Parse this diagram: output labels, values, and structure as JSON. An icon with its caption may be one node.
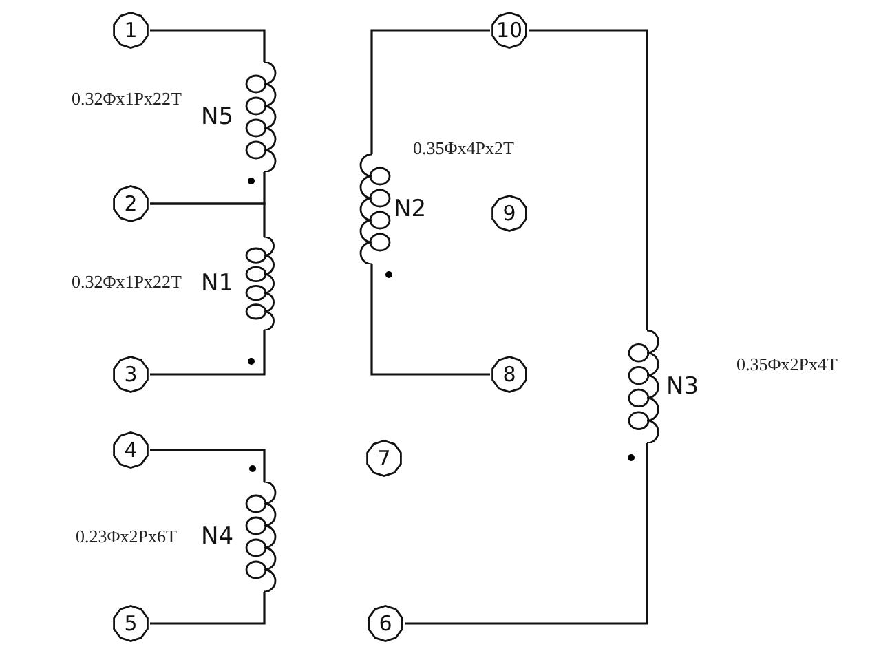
{
  "diagram": {
    "nodes": [
      {
        "text": [
          "1"
        ]
      },
      {
        "text": [
          "10"
        ]
      },
      {
        "text": [
          "N5"
        ],
        "beside": [
          "0.32Φx1Px22T"
        ]
      },
      {
        "text": [
          "N2"
        ],
        "beside": [
          "0.35Φx4Px2T"
        ]
      },
      {
        "text": [
          "2"
        ]
      },
      {
        "text": [
          "9"
        ]
      },
      {
        "text": [
          "N1"
        ],
        "beside": [
          "0.32Φx1Px22T"
        ]
      },
      {
        "text": [
          "N3"
        ],
        "beside": [
          "0.35Φx2Px4T"
        ]
      },
      {
        "text": [
          "3"
        ]
      },
      {
        "text": [
          "8"
        ]
      },
      {
        "text": [
          "4"
        ]
      },
      {
        "text": [
          "7"
        ]
      },
      {
        "text": [
          "N4"
        ],
        "beside": [
          "0.23Φx2Px6T"
        ]
      },
      {
        "text": [
          "5"
        ]
      },
      {
        "text": [
          "6"
        ]
      }
    ],
    "edges": [
      {
        "from": 0,
        "to": 2,
        "arrow": "none"
      },
      {
        "from": 2,
        "to": 4,
        "arrow": "none"
      },
      {
        "from": 4,
        "to": 6,
        "arrow": "none"
      },
      {
        "from": 6,
        "to": 8,
        "arrow": "none"
      },
      {
        "from": 10,
        "to": 12,
        "arrow": "none"
      },
      {
        "from": 12,
        "to": 13,
        "arrow": "none"
      },
      {
        "from": 1,
        "to": 3,
        "arrow": "none"
      },
      {
        "from": 3,
        "to": 9,
        "arrow": "none"
      },
      {
        "from": 1,
        "to": 7,
        "arrow": "none"
      },
      {
        "from": 7,
        "to": 14,
        "arrow": "none"
      }
    ]
  }
}
